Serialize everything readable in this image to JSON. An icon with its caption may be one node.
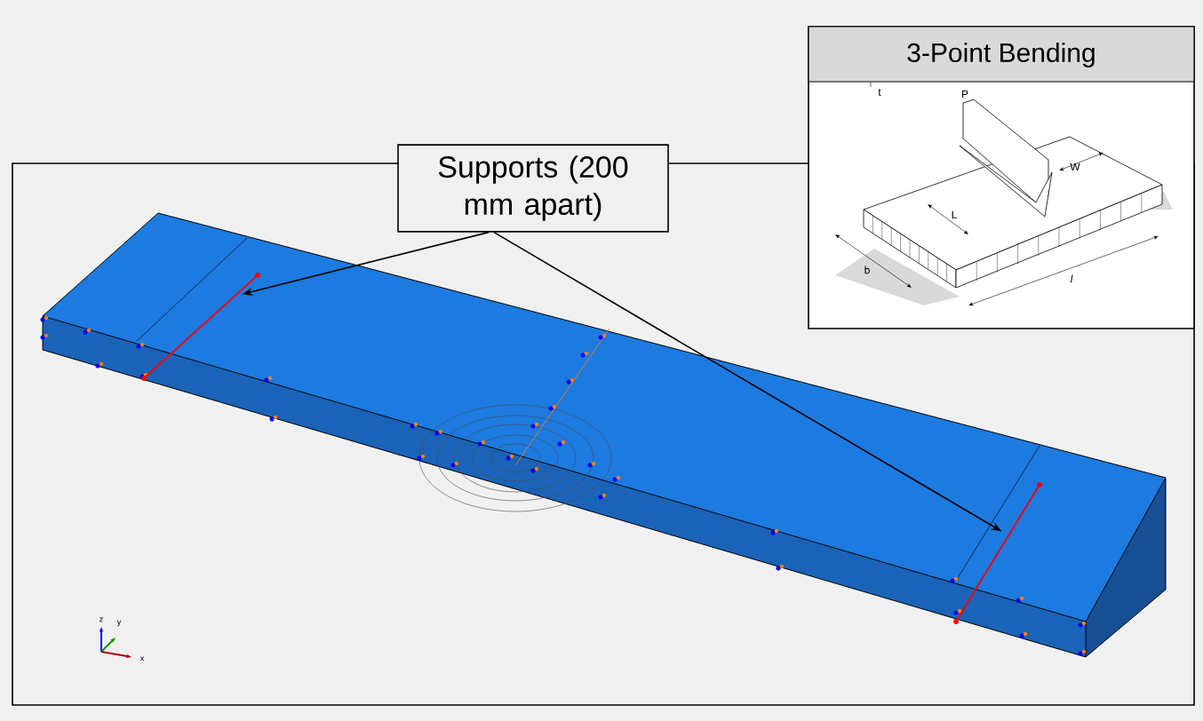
{
  "diagram": {
    "nodes": [
      {
        "text": [
          "Supports (200 mm apart)"
        ]
      },
      {
        "text": [],
        "shape": "line"
      },
      {
        "text": [],
        "shape": "line"
      },
      {
        "text": [
          "3-Point Bending"
        ]
      }
    ],
    "edges": [
      {
        "from": 0,
        "to": 1,
        "arrow": "to"
      },
      {
        "from": 0,
        "to": 2,
        "arrow": "to"
      }
    ],
    "labels": [
      "t",
      "P",
      "W",
      "L",
      "b",
      "l",
      "z",
      "y",
      "x"
    ]
  }
}
